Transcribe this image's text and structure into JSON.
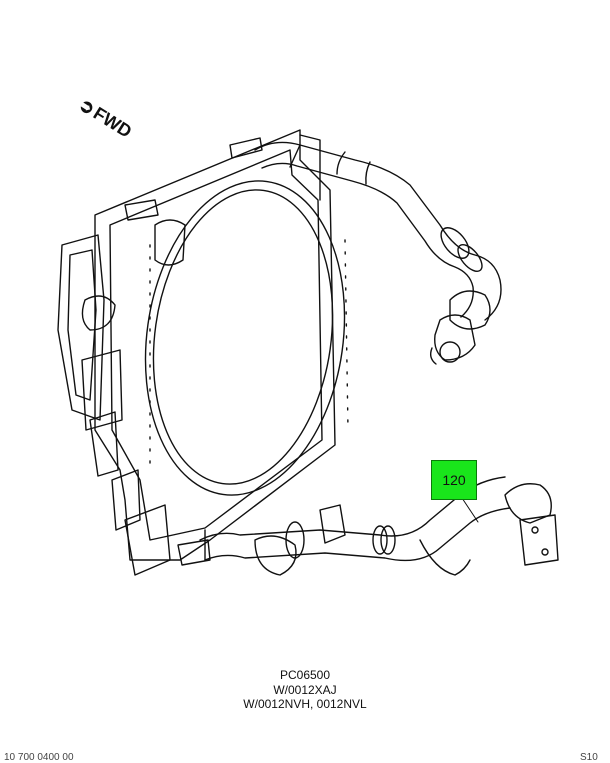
{
  "fwd_label": "FWD",
  "callout": {
    "number": "120",
    "color": "#19e61b"
  },
  "caption": {
    "line1": "PC06500",
    "line2": "W/0012XAJ",
    "line3": "W/0012NVH, 0012NVL"
  },
  "footer": {
    "left": "10 700 0400 00",
    "right": "S10"
  },
  "colors": {
    "line": "#111111",
    "background": "#ffffff"
  }
}
